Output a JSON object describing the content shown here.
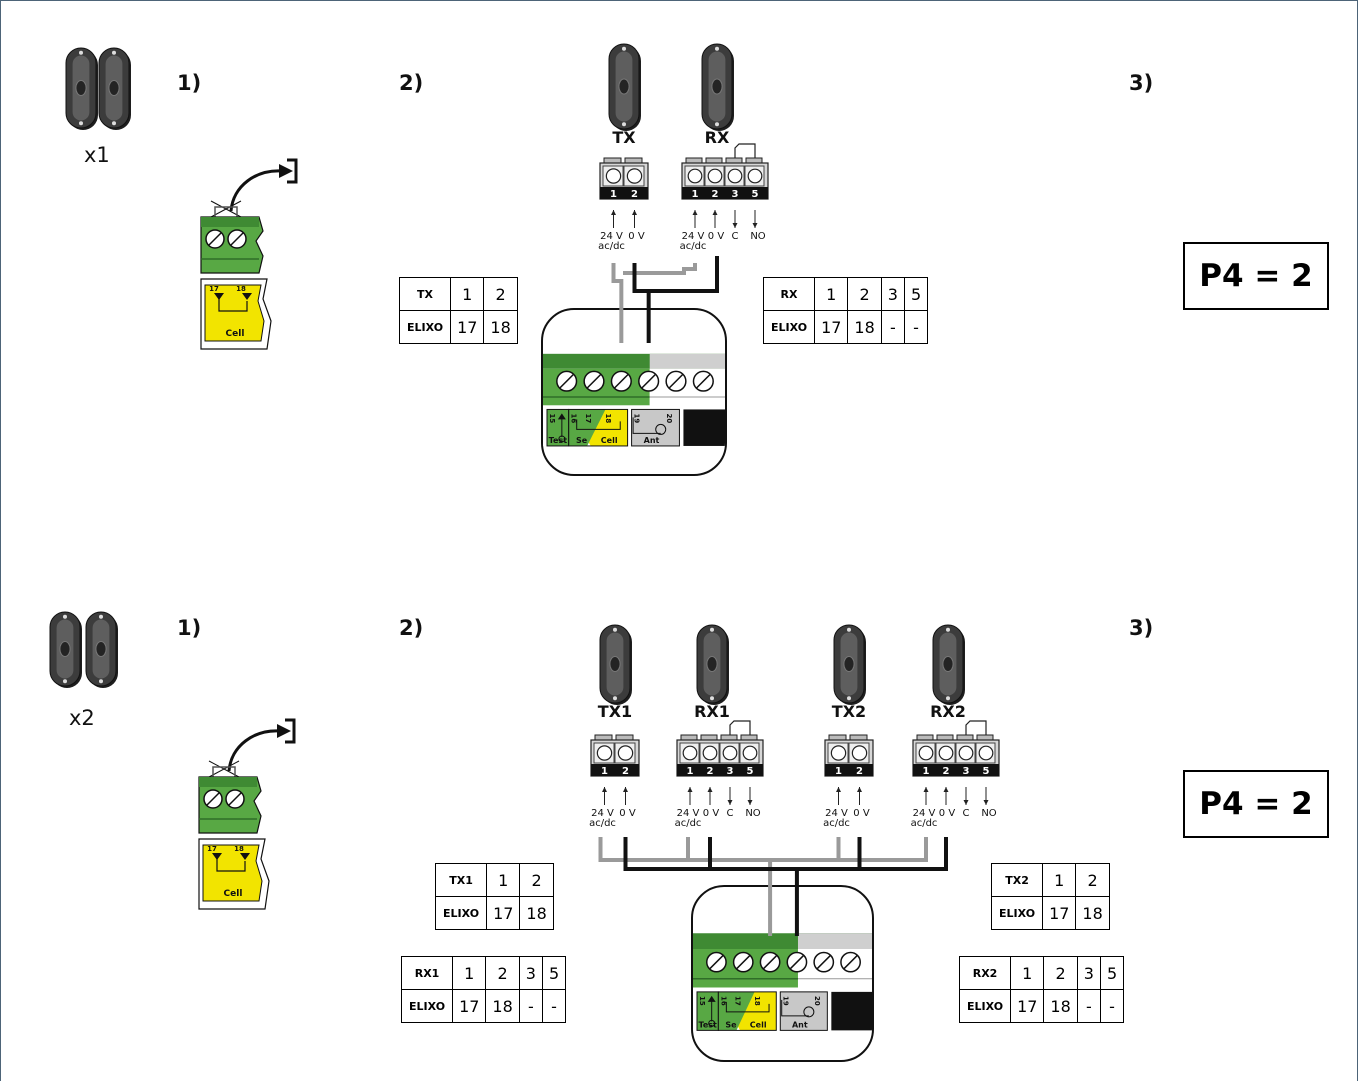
{
  "sections": [
    {
      "quantity": "x1",
      "steps": [
        "1)",
        "2)",
        "3)"
      ],
      "devices": [
        "TX",
        "RX"
      ],
      "tx_pins": [
        "1",
        "2"
      ],
      "rx_pins": [
        "1",
        "2",
        "3",
        "5"
      ],
      "tx_wiring": [
        "24 V",
        "ac/dc",
        "0 V"
      ],
      "rx_wiring": [
        "24 V",
        "ac/dc",
        "0 V",
        "C",
        "NO"
      ],
      "tables": [
        {
          "rows": [
            [
              "TX",
              "1",
              "2"
            ],
            [
              "ELIXO",
              "17",
              "18"
            ]
          ]
        },
        {
          "rows": [
            [
              "RX",
              "1",
              "2",
              "3",
              "5"
            ],
            [
              "ELIXO",
              "17",
              "18",
              "-",
              "-"
            ]
          ]
        }
      ],
      "setting": "P4 = 2"
    },
    {
      "quantity": "x2",
      "steps": [
        "1)",
        "2)",
        "3)"
      ],
      "devices": [
        "TX1",
        "RX1",
        "TX2",
        "RX2"
      ],
      "tx_pins": [
        "1",
        "2"
      ],
      "rx_pins": [
        "1",
        "2",
        "3",
        "5"
      ],
      "tx_wiring": [
        "24 V",
        "ac/dc",
        "0 V"
      ],
      "rx_wiring": [
        "24 V",
        "ac/dc",
        "0 V",
        "C",
        "NO"
      ],
      "tables": [
        {
          "rows": [
            [
              "TX1",
              "1",
              "2"
            ],
            [
              "ELIXO",
              "17",
              "18"
            ]
          ]
        },
        {
          "rows": [
            [
              "RX1",
              "1",
              "2",
              "3",
              "5"
            ],
            [
              "ELIXO",
              "17",
              "18",
              "-",
              "-"
            ]
          ]
        },
        {
          "rows": [
            [
              "TX2",
              "1",
              "2"
            ],
            [
              "ELIXO",
              "17",
              "18"
            ]
          ]
        },
        {
          "rows": [
            [
              "RX2",
              "1",
              "2",
              "3",
              "5"
            ],
            [
              "ELIXO",
              "17",
              "18",
              "-",
              "-"
            ]
          ]
        }
      ],
      "setting": "P4 = 2"
    }
  ],
  "board": {
    "terminal_numbers": [
      "15",
      "16",
      "17",
      "18",
      "19",
      "20"
    ],
    "labels": [
      "Test",
      "Se",
      "Cell",
      "Ant"
    ]
  },
  "bridge_terminals": [
    "17",
    "18"
  ],
  "bridge_label": "Cell",
  "colors": {
    "green": "#58a844",
    "dark_green": "#3f8a33",
    "yellow": "#f2e400",
    "wire_black": "#111111",
    "wire_grey": "#9a9a9a",
    "frame": "#4d6478"
  }
}
